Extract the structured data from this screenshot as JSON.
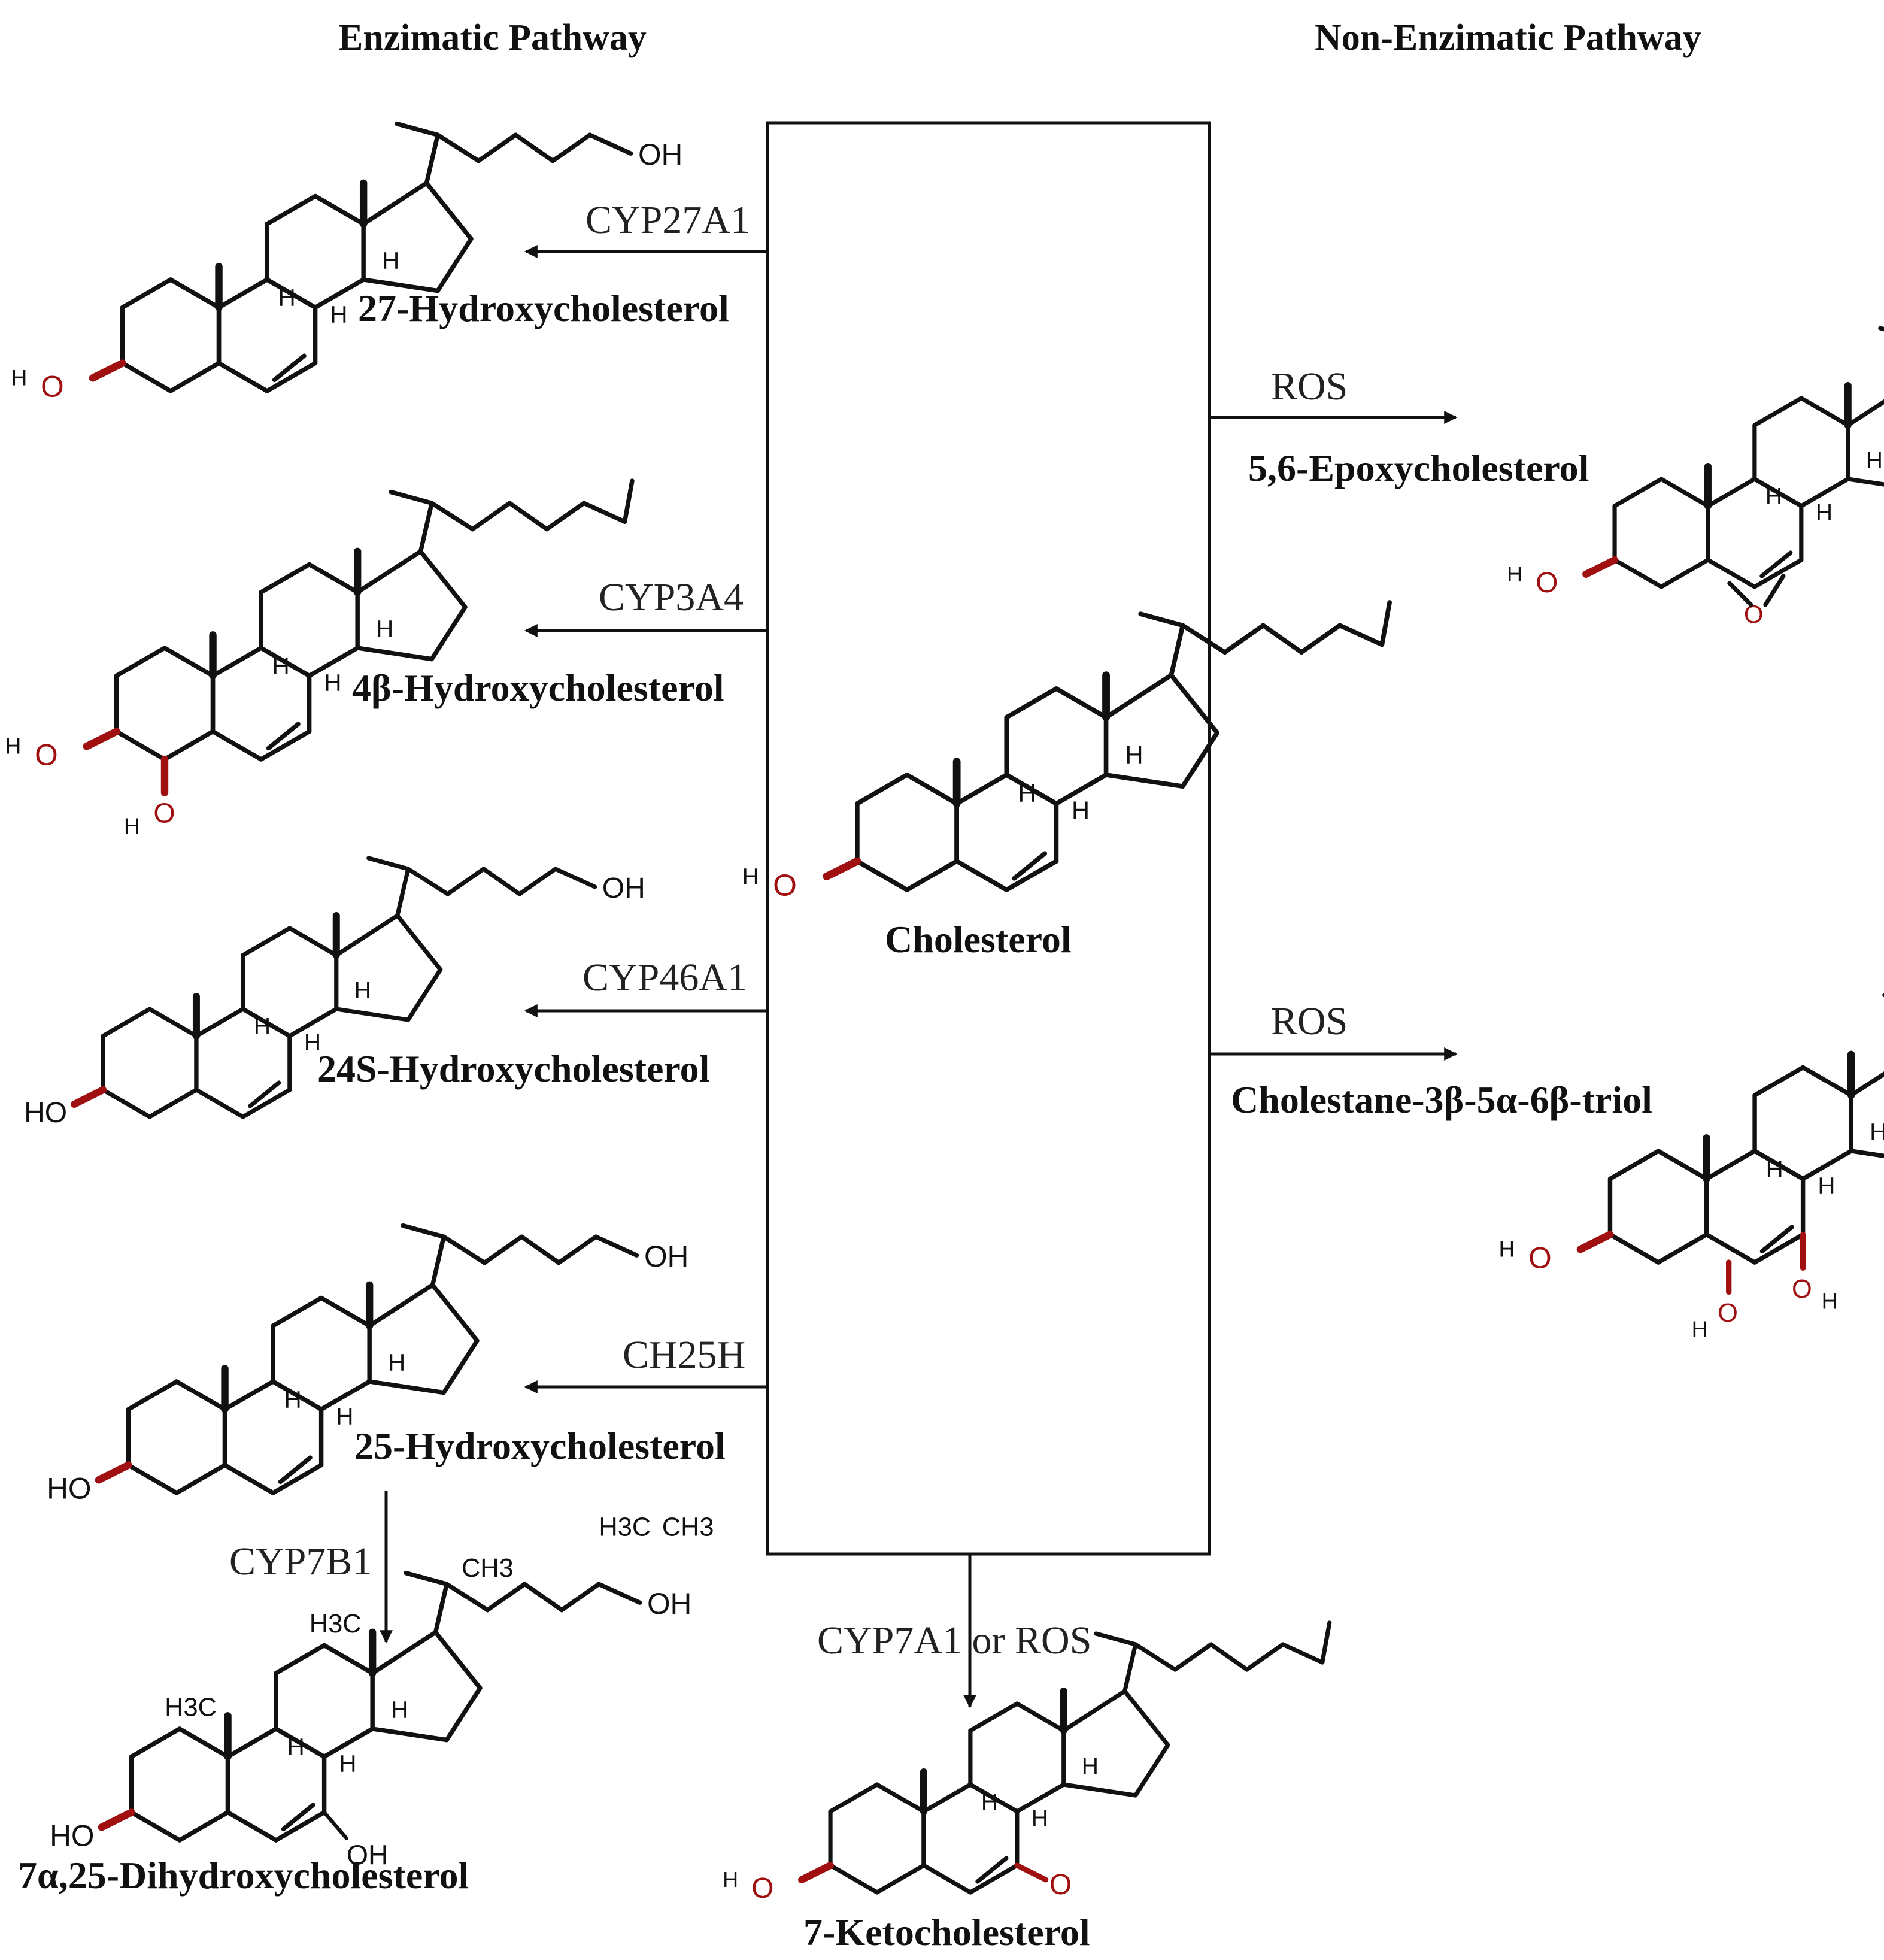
{
  "headers": {
    "left": "Enzimatic Pathway",
    "right": "Non-Enzimatic Pathway"
  },
  "center": {
    "label": "Cholesterol"
  },
  "enzymatic": [
    {
      "enzyme": "CYP27A1",
      "product": "27-Hydroxycholesterol"
    },
    {
      "enzyme": "CYP3A4",
      "product": "4β-Hydroxycholesterol"
    },
    {
      "enzyme": "CYP46A1",
      "product": "24S-Hydroxycholesterol"
    },
    {
      "enzyme": "CH25H",
      "product": "25-Hydroxycholesterol"
    }
  ],
  "secondary": {
    "enzyme": "CYP7B1",
    "product": "7α,25-Dihydroxycholesterol"
  },
  "non_enzymatic": [
    {
      "agent": "ROS",
      "product": "5,6-Epoxycholesterol"
    },
    {
      "agent": "ROS",
      "product": "Cholestane-3β-5α-6β-triol"
    }
  ],
  "bottom": {
    "agent": "CYP7A1 or ROS",
    "product": "7-Ketocholesterol"
  },
  "atom_labels": {
    "hydroxyl": "OH",
    "hydroxyl_left": "HO",
    "hydrogen": "H",
    "oxygen": "O",
    "methyl": "CH3",
    "methyl_left": "H3C"
  },
  "colors": {
    "oxygen": "#a01010",
    "line": "#111111"
  }
}
